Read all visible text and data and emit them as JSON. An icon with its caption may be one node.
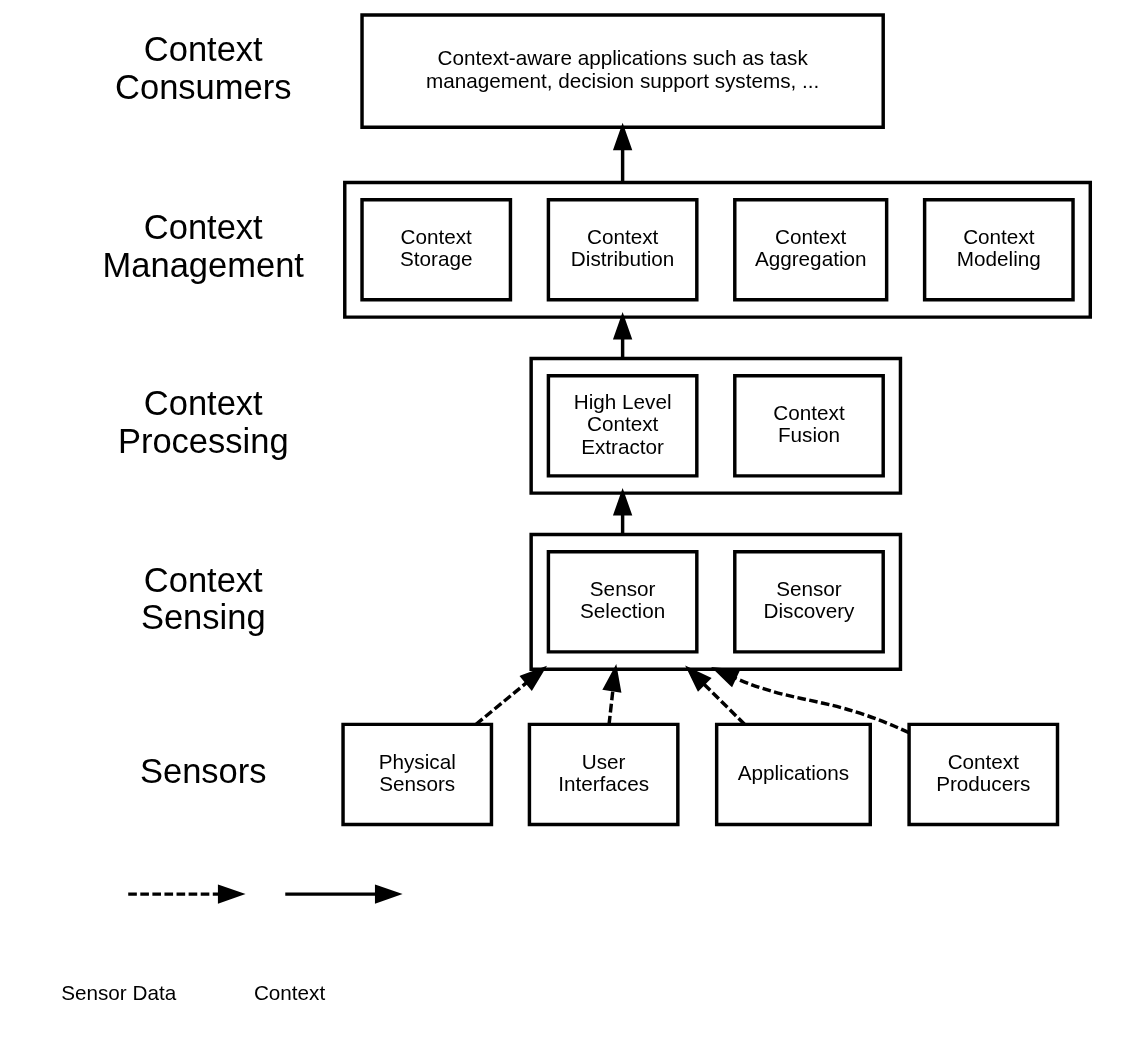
{
  "diagram": {
    "nodes": [
      {
        "text": [
          "Context-aware applications such as task management, decision support systems, ..."
        ]
      },
      {
        "text": [],
        "shape": "box"
      },
      {
        "text": [
          "Context Modeling"
        ],
        "in": 1
      },
      {
        "text": [
          "Context Aggregation"
        ],
        "in": 1
      },
      {
        "text": [
          "Context Distribution"
        ],
        "in": 1
      },
      {
        "text": [
          "Context Storage"
        ],
        "in": 1
      },
      {
        "text": [],
        "shape": "box"
      },
      {
        "text": [
          "Context Fusion"
        ],
        "in": 6
      },
      {
        "text": [
          "High Level Context Extractor"
        ],
        "in": 6
      },
      {
        "text": [],
        "shape": "box"
      },
      {
        "text": [
          "Sensor Discovery"
        ],
        "in": 9
      },
      {
        "text": [
          "Sensor Selection"
        ],
        "in": 9
      },
      {
        "text": [
          "Physical Sensors"
        ]
      },
      {
        "text": [
          "User Interfaces"
        ]
      },
      {
        "text": [
          "Applications"
        ]
      },
      {
        "text": [
          "Context Producers"
        ]
      }
    ],
    "edges": [
      {
        "from": 1,
        "to": 0,
        "arrow": "to"
      },
      {
        "from": 6,
        "to": 1,
        "arrow": "to"
      },
      {
        "from": 9,
        "to": 6,
        "arrow": "to"
      },
      {
        "from": 12,
        "to": 9,
        "arrow": "to",
        "style": "dashed"
      },
      {
        "from": 13,
        "to": 9,
        "arrow": "to",
        "style": "dashed"
      },
      {
        "from": 14,
        "to": 9,
        "arrow": "to",
        "style": "dashed"
      },
      {
        "from": 15,
        "to": 9,
        "arrow": "to",
        "style": "dashed"
      }
    ],
    "labels": [
      "Context Consumers",
      "Context Management",
      "Context Processing",
      "Context Sensing",
      "Sensors"
    ],
    "legend": [
      {
        "text": "Sensor Data"
      },
      {
        "text": "Context"
      }
    ]
  }
}
